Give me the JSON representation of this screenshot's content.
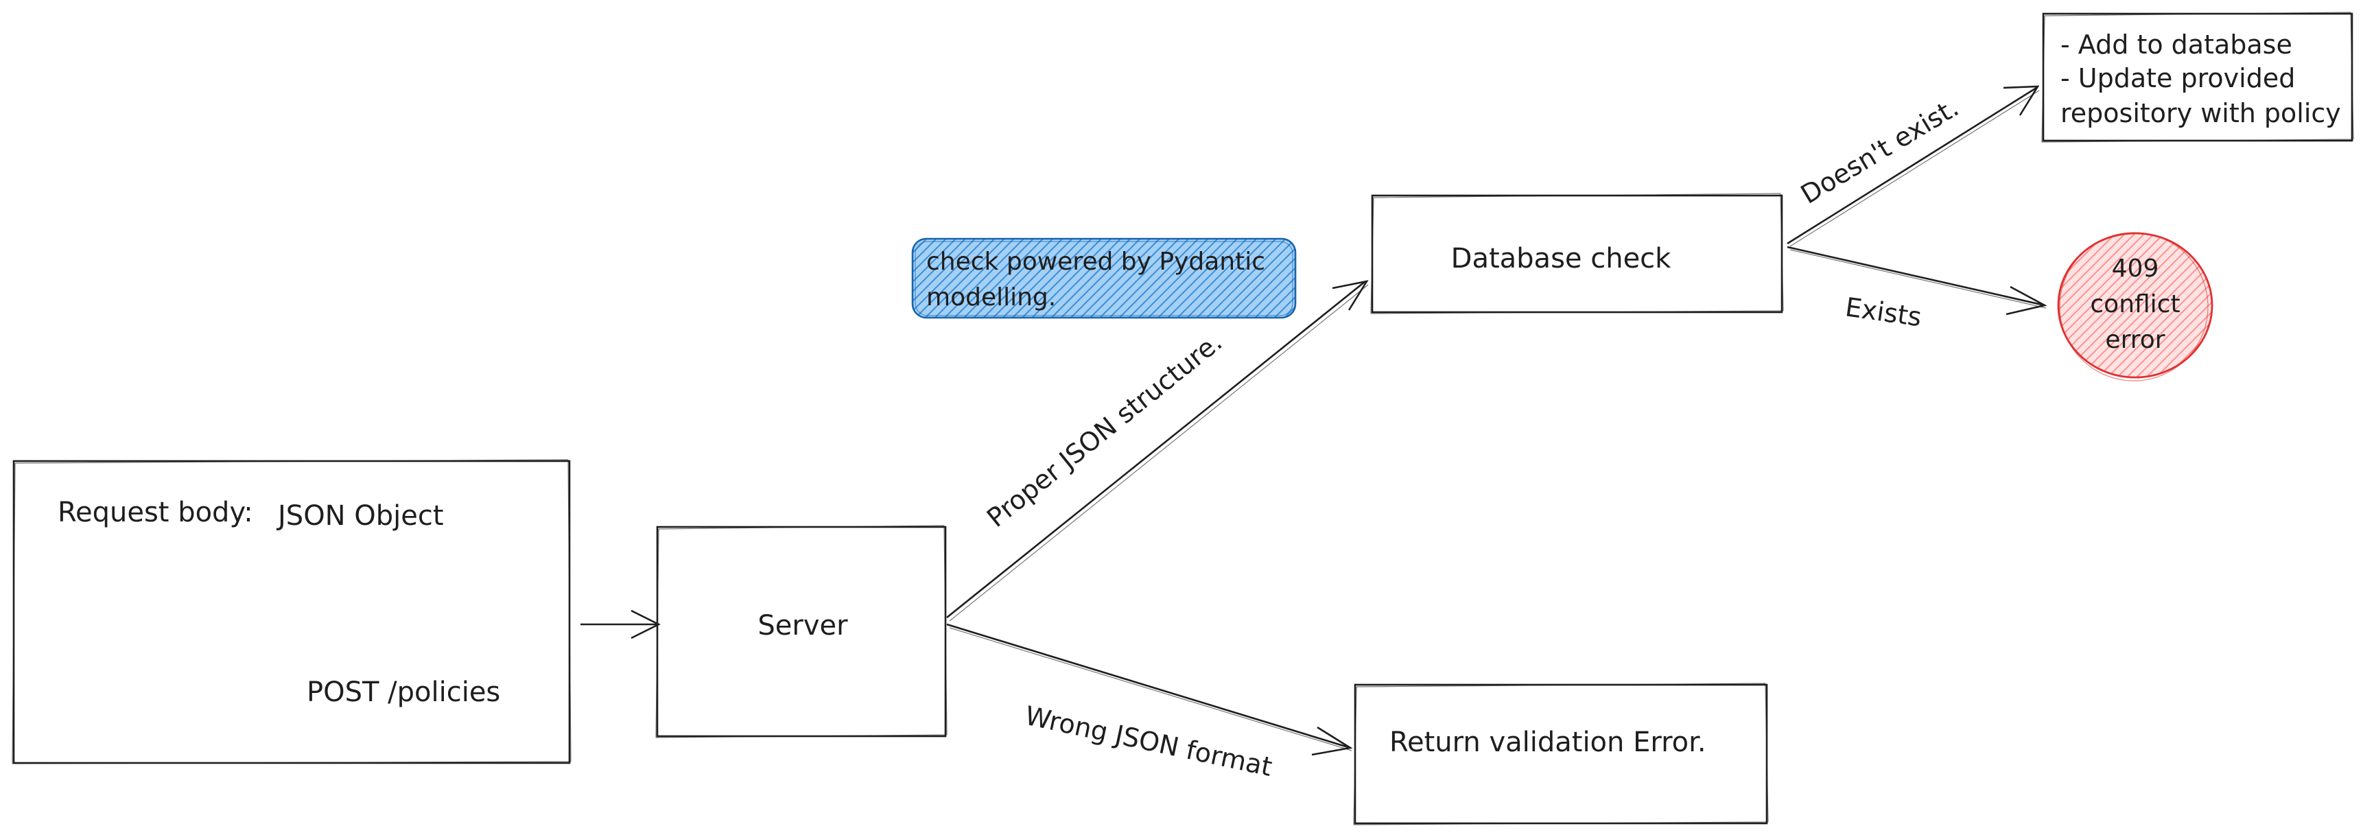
{
  "request_box": {
    "label": "Request body:",
    "value": "JSON Object",
    "endpoint": "POST /policies"
  },
  "server": {
    "label": "Server"
  },
  "database_check": {
    "label": "Database check"
  },
  "validation_error": {
    "label": "Return validation Error."
  },
  "success_box": {
    "line1": "- Add to database",
    "line2": "- Update provided",
    "line3": "repository with policy"
  },
  "conflict": {
    "line1": "409",
    "line2": "conflict",
    "line3": "error"
  },
  "note": {
    "line1": "check powered by Pydantic",
    "line2": "modelling."
  },
  "edges": {
    "proper_json": "Proper JSON structure.",
    "wrong_json": "Wrong JSON format",
    "doesnt_exist": "Doesn't exist.",
    "exists": "Exists"
  },
  "colors": {
    "stroke": "#1e1e1e",
    "note_fill": "#3a8fd8",
    "note_border": "#1864ab",
    "conflict_fill": "#ffc9c9",
    "conflict_border": "#e03131"
  }
}
